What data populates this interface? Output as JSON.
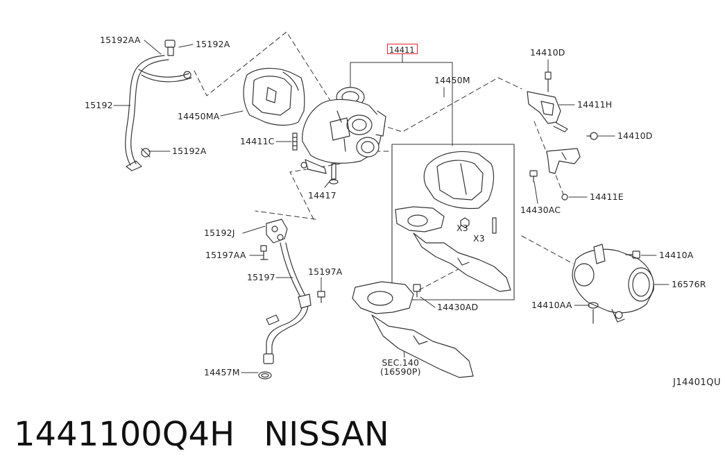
{
  "diagram": {
    "highlighted_part": "14411",
    "labels": {
      "p15192AA": "15192AA",
      "p15192A_top": "15192A",
      "p15192": "15192",
      "p15192A_bottom": "15192A",
      "p14450MA": "14450MA",
      "p14411C": "14411C",
      "p14417": "14417",
      "p14450M": "14450M",
      "p14410D_top": "14410D",
      "p14411H": "14411H",
      "p14410D_mid": "14410D",
      "p14430AC": "14430AC",
      "p14411E": "14411E",
      "x3_a": "X3",
      "x3_b": "X3",
      "p15192J": "15192J",
      "p15197AA": "15197AA",
      "p15197A": "15197A",
      "p15197": "15197",
      "p14430AD": "14430AD",
      "p14410A": "14410A",
      "p16576R": "16576R",
      "p14410AA": "14410AA",
      "p14457M": "14457M",
      "sec_line1": "SEC.140",
      "sec_line2": "(16590P)"
    },
    "diagram_code": "J14401QU"
  },
  "footer": {
    "part_number": "1441100Q4H",
    "brand": "NISSAN"
  }
}
